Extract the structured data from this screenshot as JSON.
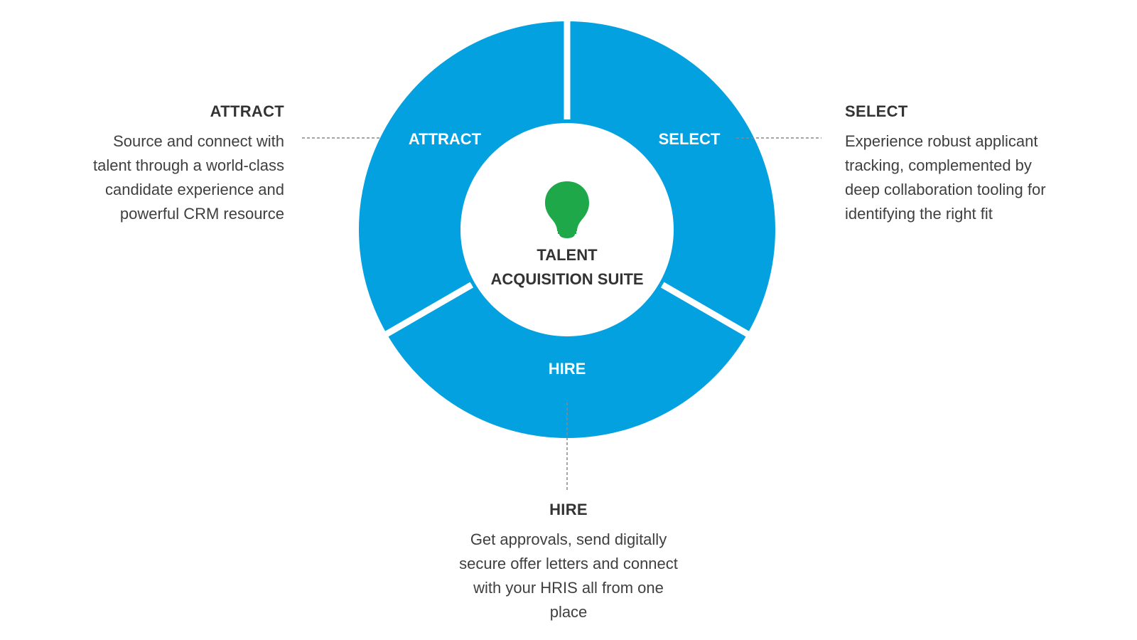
{
  "center": {
    "line1": "TALENT",
    "line2": "ACQUISITION SUITE",
    "icon": "lightbulb-icon"
  },
  "segments": [
    {
      "key": "attract",
      "label": "ATTRACT"
    },
    {
      "key": "select",
      "label": "SELECT"
    },
    {
      "key": "hire",
      "label": "HIRE"
    }
  ],
  "descriptions": {
    "attract": {
      "title": "ATTRACT",
      "text": "Source and connect with talent through a world-class candidate experience and powerful CRM resource"
    },
    "select": {
      "title": "SELECT",
      "text": "Experience robust applicant tracking, complemented by deep collaboration tooling for identifying the right fit"
    },
    "hire": {
      "title": "HIRE",
      "text": "Get approvals, send digitally secure offer letters and connect with your HRIS all from one place"
    }
  },
  "colors": {
    "ring": "#03a1df",
    "bulb": "#1ea84a",
    "text_dark": "#333333",
    "leader": "#888888"
  }
}
